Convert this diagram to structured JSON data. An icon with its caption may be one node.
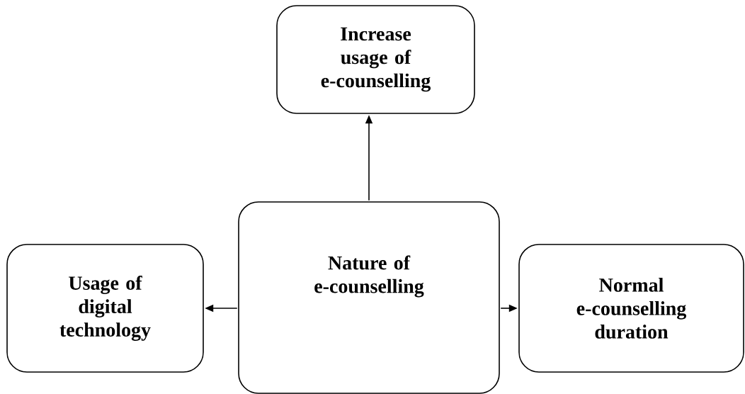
{
  "diagram": {
    "nodes": [
      {
        "text": [
          "Nature of e-counselling"
        ]
      },
      {
        "text": [
          "Increase usage of e-counselling"
        ]
      },
      {
        "text": [
          "Usage of digital technology"
        ]
      },
      {
        "text": [
          "Normal e-counselling duration"
        ]
      }
    ],
    "edges": [
      {
        "from": 0,
        "to": 1,
        "arrow": "to"
      },
      {
        "from": 0,
        "to": 2,
        "arrow": "to"
      },
      {
        "from": 0,
        "to": 3,
        "arrow": "to"
      }
    ]
  }
}
